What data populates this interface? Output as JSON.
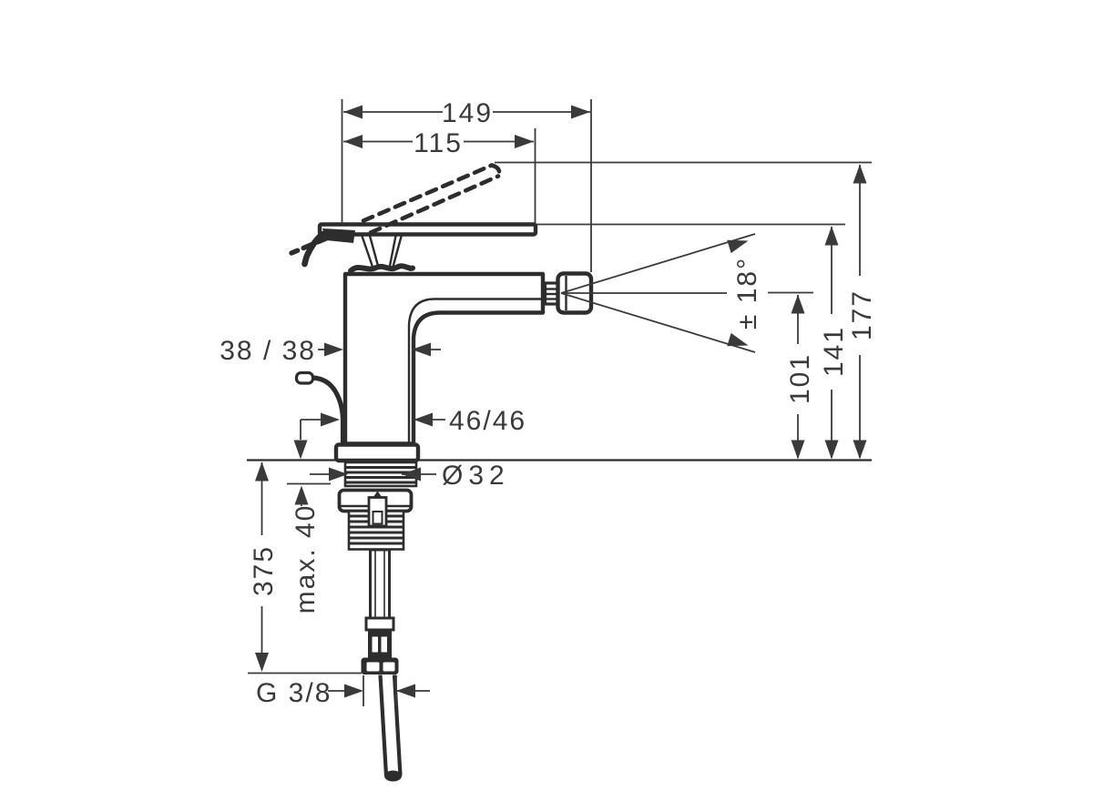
{
  "colors": {
    "line": "#2d2d2d",
    "dimension": "#3a3a3a",
    "background": "#ffffff"
  },
  "labels": {
    "reach_total": "149",
    "reach_spout": "115",
    "height_total": "177",
    "height_spout": "141",
    "height_spray": "101",
    "spray_angle": "± 18°",
    "body_width": "38 / 38",
    "base_width": "46/46",
    "hole_diameter": "Ø32",
    "deck_thickness": "max. 40",
    "hose_length": "375",
    "thread": "G 3/8"
  }
}
